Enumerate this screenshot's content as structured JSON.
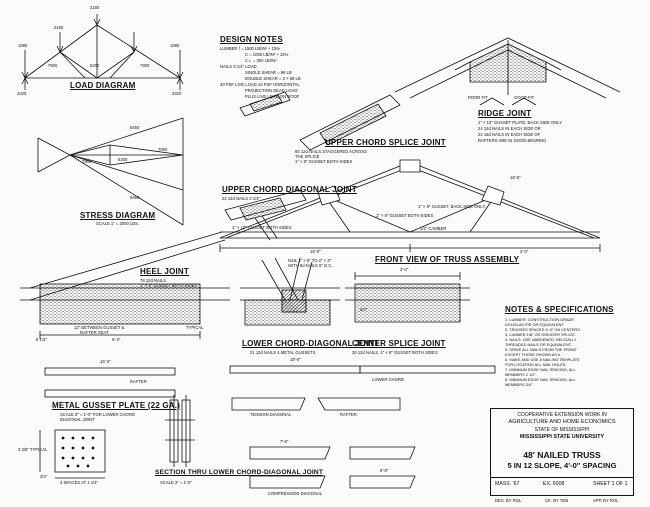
{
  "sheet": {
    "load_diagram": {
      "title": "LOAD DIAGRAM",
      "loads": [
        "2160",
        "2160",
        "1080",
        "1080",
        "4320",
        "4320",
        "7900",
        "5200",
        "7900"
      ]
    },
    "stress_diagram": {
      "title": "STRESS DIAGRAM",
      "scale": "SCALE 1\" = 2000 LBS.",
      "values": [
        "8450",
        "5200",
        "7050",
        "7900",
        "8450"
      ]
    },
    "design_notes": {
      "title": "DESIGN NOTES",
      "lines": [
        "LUMBER   f = 1500 LB/IN² + 15%",
        "C = 1000 LB/IN² + 15%",
        "C⊥ = 300 LB/IN²",
        "NAILS   3 1/4\" LOAD",
        "SINGLE SHEAR = 98 LB",
        "DOUBLE SHEAR = 2 × 98 LB",
        "40 PSF LIVE LOAD 10 PSF HORIZONTAL",
        "PROJECTION DEAD LOAD",
        "PLUS LIVE LOAD ON ROOF"
      ]
    },
    "ridge_joint": {
      "title": "RIDGE JOINT",
      "notes": [
        "1\" × 10\" GUSSET PLATE, BACK SIDE ONLY",
        "24 12d NAILS IN EACH SIDE OR",
        "24 16d NAILS IN EACH SIDE OF",
        "RAFTERS ARE IN GOOD BEARING"
      ],
      "labels": [
        "POOR FIT",
        "GOOD FIT"
      ]
    },
    "upper_chord_splice": {
      "title": "UPPER CHORD SPLICE JOINT",
      "notes": [
        "64 12d NAILS STAGGERED ACROSS",
        "THE SPLICE",
        "1\" × 8\" GUSSET BOTH SIDES"
      ]
    },
    "upper_chord_diagonal": {
      "title": "UPPER CHORD DIAGONAL JOINT",
      "notes": [
        "22 12d NAILS 2 1/4\""
      ]
    },
    "front_view": {
      "title": "FRONT VIEW OF TRUSS ASSEMBLY",
      "labels": [
        "1\" × 8\" GUSSET, BACK SIDE ONLY",
        "1\" × 8\" GUSSET BOTH SIDES",
        "1\" × 10\" GUSSET BOTH SIDES",
        "1/2\" CAMBER",
        "18'-0\"",
        "16'-0\"",
        "2'-0\""
      ]
    },
    "heel_joint": {
      "title": "HEEL JOINT",
      "notes": [
        "78 12d NAILS",
        "1\" × 8\" GUSSET BOTH SIDES"
      ],
      "labels": [
        "6 1/2\"",
        "12\" BETWEEN GUSSET &",
        "RAFTER SEAT",
        "TYPICAL",
        "6'-3\""
      ]
    },
    "lower_chord_diagonal": {
      "title": "LOWER CHORD-DIAGONAL JOINT",
      "notes": [
        "21 12d NAILS   4 METAL GUSSETS"
      ],
      "labels": [
        "NAIL 1\" × 8\" TO 2\" × 3\"",
        "WITH 8d NAILS 6\" O.C."
      ]
    },
    "center_splice": {
      "title": "CENTER SPLICE JOINT",
      "notes": [
        "30 12d NAILS, 1\" × 8\" GUSSET BOTH SIDES"
      ],
      "labels": [
        "3'-0\"",
        "3/4\""
      ]
    },
    "metal_gusset": {
      "title": "METAL GUSSET PLATE (22 GA.)",
      "notes": [
        "SCALE 3\" = 1'-0\"  FOR LOWER CHORD",
        "DIAGONAL JOINT"
      ],
      "labels": [
        "3 3/8\" TYPICAL",
        "4 SPACES AT 1 1/4\"",
        "3/4\""
      ]
    },
    "section": {
      "title": "SECTION THRU LOWER CHORD-DIAGONAL JOINT",
      "scale": "SCALE 3\" = 1'-0\""
    },
    "members": {
      "labels": [
        "RAFTER",
        "LOWER CHORD",
        "TENSION DIAGONAL",
        "RAFTER",
        "COMPRESSION DIAGONAL",
        "16'-3\"",
        "18'-0\"",
        "7'-6\"",
        "6'-8\""
      ]
    },
    "notes_specs": {
      "title": "NOTES & SPECIFICATIONS",
      "lines": [
        "1. LUMBER: CONSTRUCTION GRADE",
        "   DOUGLAS FIR OR EQUIVALENT.",
        "2. TRUSSES SPACED 4'-0\" ON CENTERS.",
        "3. LUMBER 1/8\" OR GREATER SPLICE.",
        "4. NAILS: USE HARDENED, HELICALLY",
        "   THREADED NAILS OR EQUIVALENT.",
        "5. DRIVE ALL NAILS FROM THE FRONT",
        "   EXCEPT THOSE SHOWN AS #.",
        "6. MAKE AND USE A NAILING TEMPLATE",
        "   FOR LOCATING ALL NAIL HOLES.",
        "7. MINIMUM EDGE NAIL SPACING, ALL",
        "   MEMBERS 2 1/2\".",
        "8. MINIMUM EDGE NAIL SPACING, ALL",
        "   MEMBERS 3/4\"."
      ]
    },
    "title_block": {
      "lines": [
        "COOPERATIVE EXTENSION WORK IN",
        "AGRICULTURE AND HOME ECONOMICS",
        "STATE OF MISSISSIPPI",
        "MISSISSIPPI STATE UNIVERSITY"
      ],
      "title": "48' NAILED TRUSS",
      "subtitle": "5 IN 12 SLOPE, 4'-0\" SPACING",
      "mass": "MASS. '67",
      "ex": "EX. 6008",
      "sheet": "SHEET 1 OF 1"
    },
    "signatures": [
      "DES. BY  ROL",
      "CK. BY  TDB",
      "APP. BY  ROL"
    ]
  }
}
